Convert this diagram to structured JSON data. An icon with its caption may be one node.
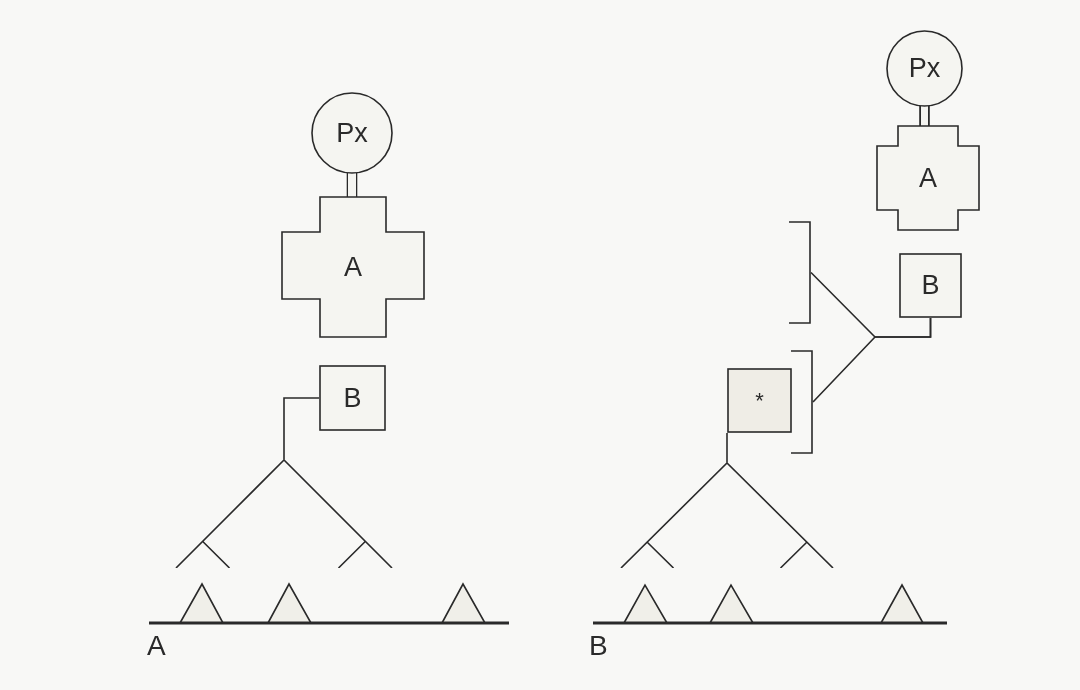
{
  "diagram": {
    "nodes": [
      {
        "text": [
          "Px"
        ]
      },
      {
        "text": [
          "A"
        ]
      },
      {
        "text": [
          "B"
        ]
      },
      {
        "text": [],
        "shape": "tree"
      },
      {
        "text": [
          "Px"
        ]
      },
      {
        "text": [
          "A"
        ]
      },
      {
        "text": [],
        "shape": "bracket"
      },
      {
        "text": [
          "B"
        ]
      },
      {
        "text": [],
        "shape": "bracket"
      },
      {
        "text": [
          "*"
        ]
      },
      {
        "text": [],
        "shape": "tree"
      }
    ],
    "edges": [
      {
        "from": 0,
        "to": 1,
        "arrow": "none",
        "style": "thick"
      },
      {
        "from": 2,
        "to": 3,
        "arrow": "none"
      },
      {
        "from": 4,
        "to": 5,
        "arrow": "none",
        "style": "thick"
      },
      {
        "from": 7,
        "to": 6,
        "arrow": "none"
      },
      {
        "from": 7,
        "to": 8,
        "arrow": "none"
      },
      {
        "from": 9,
        "to": 10,
        "arrow": "none"
      }
    ],
    "labels": [
      "A",
      "B"
    ]
  }
}
